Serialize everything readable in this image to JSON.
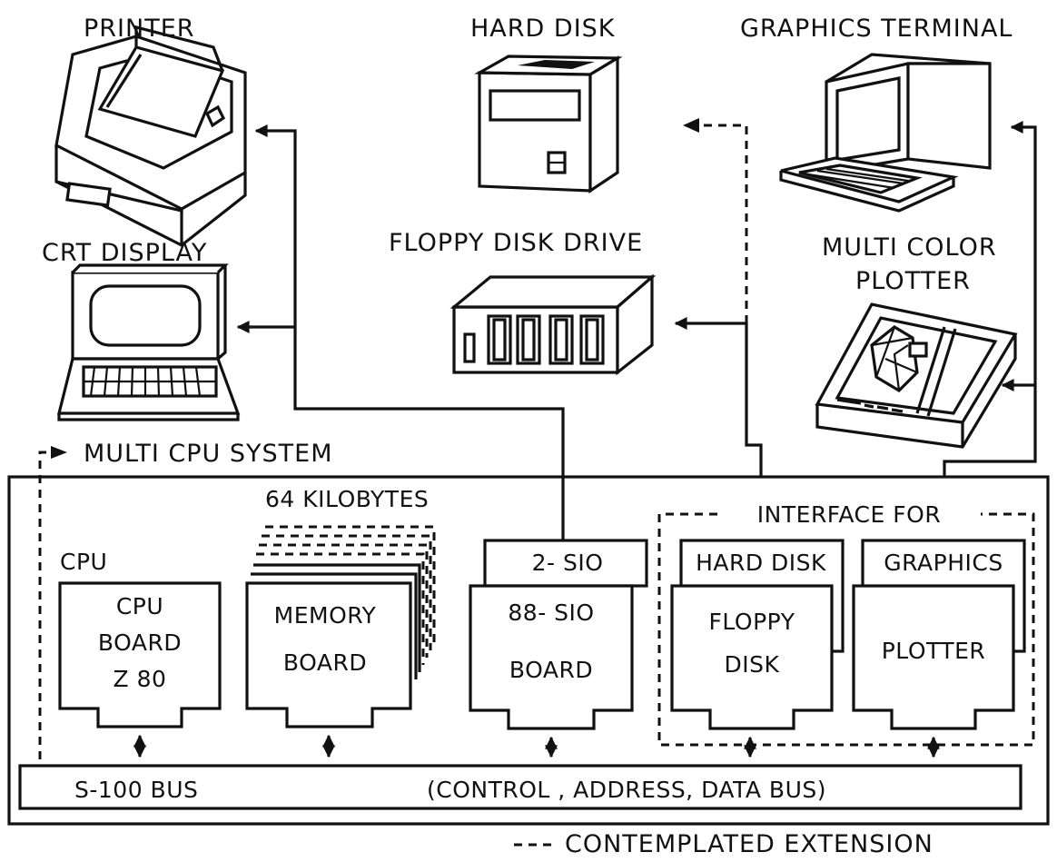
{
  "devices": {
    "printer": "PRINTER",
    "hard_disk": "HARD DISK",
    "graphics_terminal": "GRAPHICS TERMINAL",
    "crt_display": "CRT DISPLAY",
    "floppy_disk_drive": "FLOPPY  DISK DRIVE",
    "plotter_line1": "MULTI COLOR",
    "plotter_line2": "PLOTTER"
  },
  "system": {
    "title": "MULTI CPU SYSTEM",
    "memory_caption": "64 KILOBYTES",
    "cpu_caption": "CPU",
    "cpu_board": [
      "CPU",
      "BOARD",
      "Z 80"
    ],
    "memory_board": [
      "MEMORY",
      "BOARD"
    ],
    "sio_top": "2- SIO",
    "sio_board": [
      "88- SIO",
      "BOARD"
    ],
    "interface_title": "INTERFACE  FOR",
    "hard_disk_card": "HARD DISK",
    "floppy_board": [
      "FLOPPY",
      "DISK"
    ],
    "graphics_card": "GRAPHICS",
    "plotter_board": "PLOTTER"
  },
  "bus": {
    "name": "S-100  BUS",
    "description": "(CONTROL , ADDRESS, DATA   BUS)"
  },
  "legend": {
    "dash_sample": "----",
    "text": "CONTEMPLATED  EXTENSION"
  }
}
